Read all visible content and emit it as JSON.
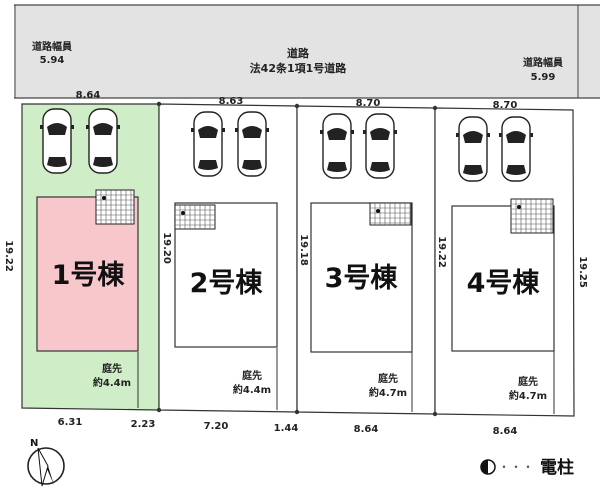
{
  "road": {
    "title": "道路",
    "subtitle": "法42条1項1号道路",
    "width_left_label": "道路幅員",
    "width_left_value": "5.94",
    "width_right_label": "道路幅員",
    "width_right_value": "5.99"
  },
  "lots": [
    {
      "name": "1号棟",
      "frontage": "8.64",
      "depth": "19.22",
      "yard_label": "庭先",
      "yard_depth": "約4.4m",
      "highlight": true
    },
    {
      "name": "2号棟",
      "frontage": "8.63",
      "depth": "19.20",
      "yard_label": "庭先",
      "yard_depth": "約4.4m",
      "highlight": false
    },
    {
      "name": "3号棟",
      "frontage": "8.70",
      "depth": "19.18",
      "yard_label": "庭先",
      "yard_depth": "約4.7m",
      "highlight": false
    },
    {
      "name": "4号棟",
      "frontage": "8.70",
      "depth": "19.22",
      "yard_label": "庭先",
      "yard_depth": "約4.7m",
      "highlight": false
    }
  ],
  "right_depth": "19.25",
  "bottom_dims": [
    "6.31",
    "2.23",
    "7.20",
    "1.44",
    "8.64",
    "8.64"
  ],
  "legend": {
    "utility_pole_label": "電柱",
    "dots": "・・・"
  },
  "north_label": "N",
  "colors": {
    "lot1_fill": "#cfeec8",
    "building1_fill": "#f7c7cc",
    "road_fill": "#e3e3e3",
    "line": "#333333"
  }
}
